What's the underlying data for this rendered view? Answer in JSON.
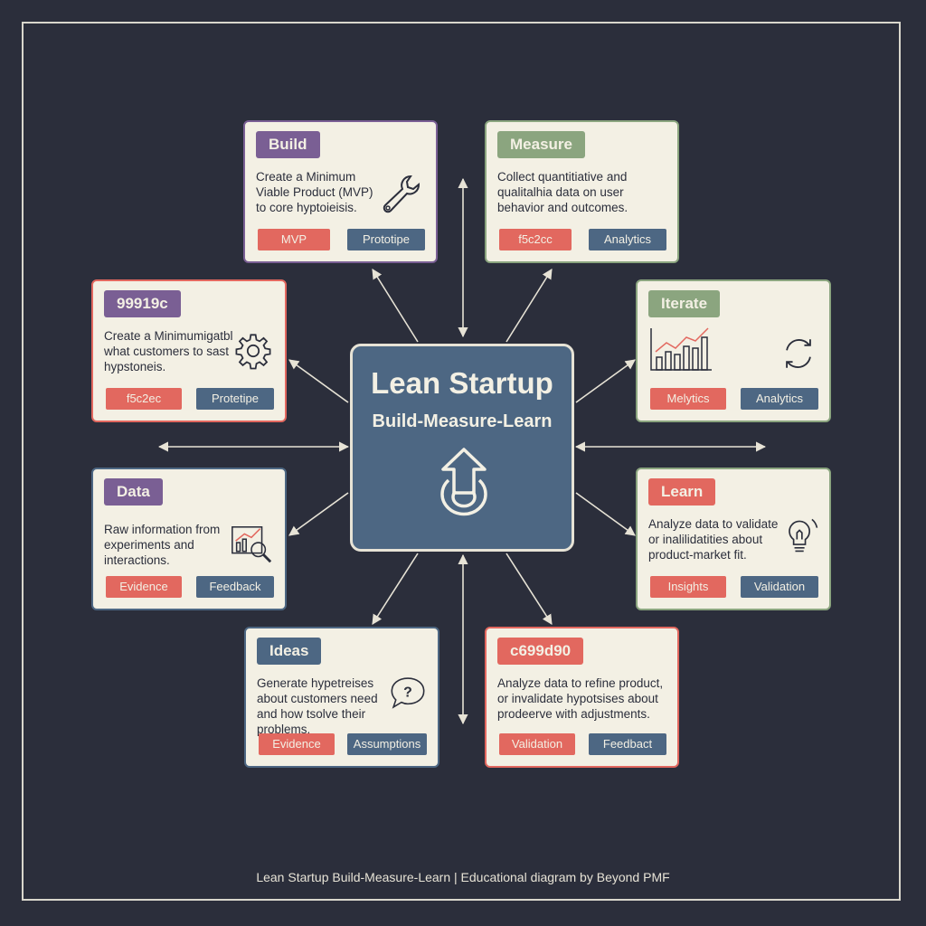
{
  "center": {
    "title": "Lean Startup",
    "subtitle": "Build-Measure-Learn",
    "icon": "upload-loop-icon"
  },
  "cards": {
    "build": {
      "title": "Build",
      "desc": "Create a Minimum Viable Product (MVP) to core hyptoieisis.",
      "tag1": "MVP",
      "tag2": "Prototipe",
      "icon": "wrench-icon",
      "accent": "#7a5f94"
    },
    "measure": {
      "title": "Measure",
      "desc": "Collect quantitiative and qualitalhia data on user behavior and outcomes.",
      "tag1": "f5c2cc",
      "tag2": "Analytics",
      "icon": "none",
      "accent": "#8ba57f"
    },
    "hex_left": {
      "title": "99919c",
      "desc": "Create a Minimumigatbl what customers to sast hypstoneis.",
      "tag1": "f5c2ec",
      "tag2": "Protetipe",
      "icon": "gear-icon",
      "accent": "#7a5f94"
    },
    "iterate": {
      "title": "Iterate",
      "desc": "",
      "tag1": "Melytics",
      "tag2": "Analytics",
      "icon": "chart-and-cycle-icon",
      "accent": "#8ba57f"
    },
    "data": {
      "title": "Data",
      "desc": "Raw information from experiments and interactions.",
      "tag1": "Evidence",
      "tag2": "Feedback",
      "icon": "magnify-chart-icon",
      "accent": "#7a5f94"
    },
    "learn": {
      "title": "Learn",
      "desc": "Analyze data to validate or inalilidatities about product-market fit.",
      "tag1": "Insights",
      "tag2": "Validation",
      "icon": "lightbulb-icon",
      "accent": "#e2685f"
    },
    "ideas": {
      "title": "Ideas",
      "desc": "Generate hypetreises about customers need and how tsolve their problems.",
      "tag1": "Evidence",
      "tag2": "Assumptions",
      "icon": "question-bubble-icon",
      "accent": "#4d6783"
    },
    "hex_bottom": {
      "title": "c699d90",
      "desc": "Analyze data to refine product, or invalidate hypotsises about prodeerve with adjustments.",
      "tag1": "Validation",
      "tag2": "Feedbact",
      "icon": "none",
      "accent": "#e2685f"
    }
  },
  "colors": {
    "background": "#2b2e3b",
    "card": "#f3f0e4",
    "purple": "#7a5f94",
    "green": "#8ba57f",
    "red": "#e2685f",
    "blue": "#4d6783"
  },
  "footer": "Lean Startup Build-Measure-Learn | Educational diagram by Beyond PMF"
}
